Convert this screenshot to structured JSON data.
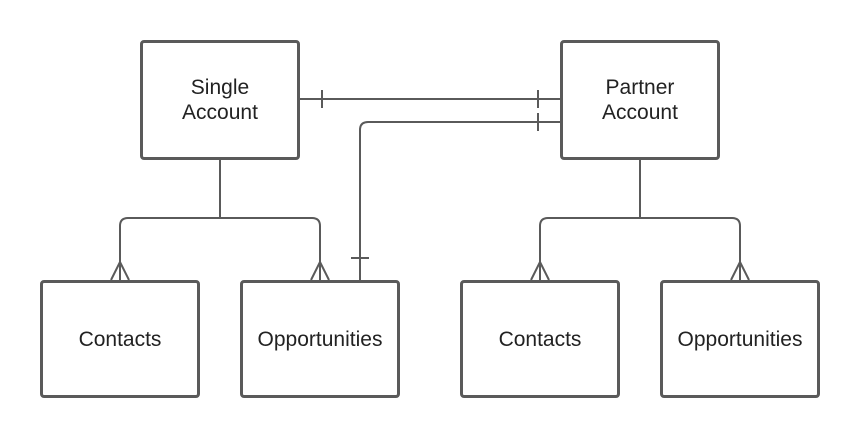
{
  "diagram": {
    "entities": [
      {
        "id": "single-account",
        "lines": [
          "Single",
          "Account"
        ]
      },
      {
        "id": "partner-account",
        "lines": [
          "Partner",
          "Account"
        ]
      },
      {
        "id": "contacts-left",
        "lines": [
          "Contacts"
        ]
      },
      {
        "id": "opportunities-left",
        "lines": [
          "Opportunities"
        ]
      },
      {
        "id": "contacts-right",
        "lines": [
          "Contacts"
        ]
      },
      {
        "id": "opportunities-right",
        "lines": [
          "Opportunities"
        ]
      }
    ],
    "relationships": [
      {
        "from": "single-account",
        "to": "partner-account",
        "from_end": "one",
        "to_end": "one"
      },
      {
        "from": "opportunities-left",
        "to": "partner-account",
        "from_end": "one",
        "to_end": "one"
      },
      {
        "from": "single-account",
        "to": "contacts-left",
        "from_end": "none",
        "to_end": "many"
      },
      {
        "from": "single-account",
        "to": "opportunities-left",
        "from_end": "none",
        "to_end": "many"
      },
      {
        "from": "partner-account",
        "to": "contacts-right",
        "from_end": "none",
        "to_end": "many"
      },
      {
        "from": "partner-account",
        "to": "opportunities-right",
        "from_end": "none",
        "to_end": "many"
      }
    ]
  }
}
